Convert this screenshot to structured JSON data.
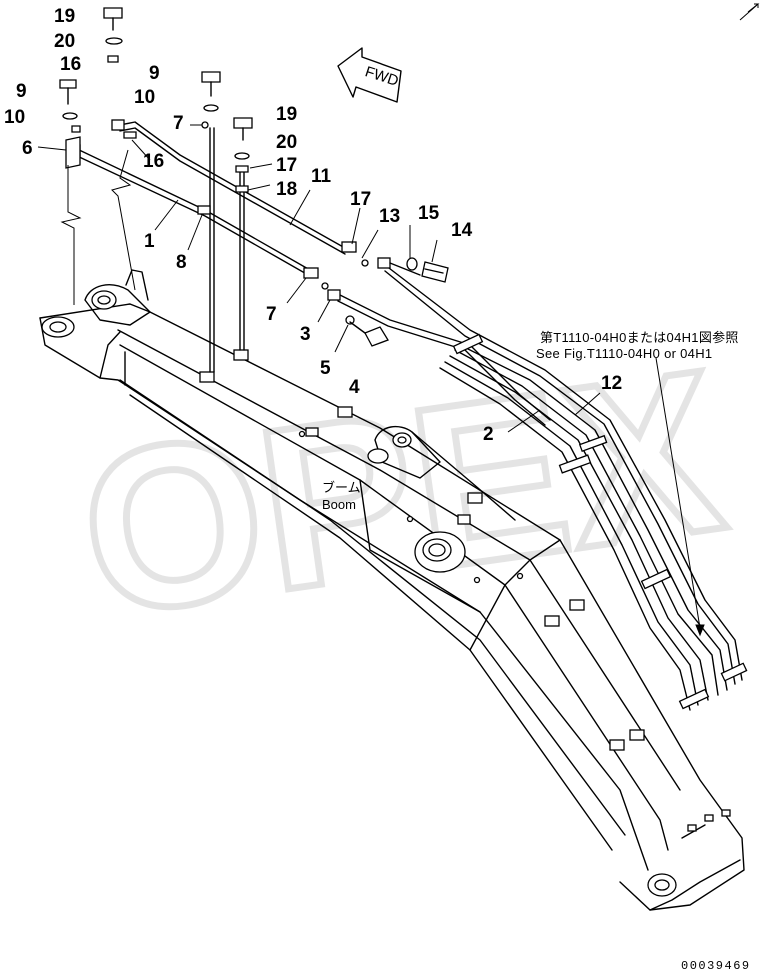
{
  "callouts": {
    "c19a": "19",
    "c20a": "20",
    "c16a": "16",
    "c9a": "9",
    "c10a": "10",
    "c9b": "9",
    "c10b": "10",
    "c7a": "7",
    "c16b": "16",
    "c6": "6",
    "c1": "1",
    "c8": "8",
    "c19b": "19",
    "c20b": "20",
    "c17a": "17",
    "c18": "18",
    "c11": "11",
    "c17b": "17",
    "c13": "13",
    "c15": "15",
    "c14": "14",
    "c7b": "7",
    "c3": "3",
    "c5": "5",
    "c4": "4",
    "c12": "12",
    "c2": "2"
  },
  "reference_note": {
    "line_jp": "第T1110-04H0または04H1図参照",
    "line_en": "See Fig.T1110-04H0 or 04H1"
  },
  "fwd_label": "FWD",
  "boom_label_jp": "ブーム",
  "boom_label_en": "Boom",
  "watermark": "OPEX",
  "drawing_number": "00039469",
  "icons": {
    "fwd_arrow": "fwd-arrow-icon",
    "corner_mark": "corner-arrow-icon"
  }
}
